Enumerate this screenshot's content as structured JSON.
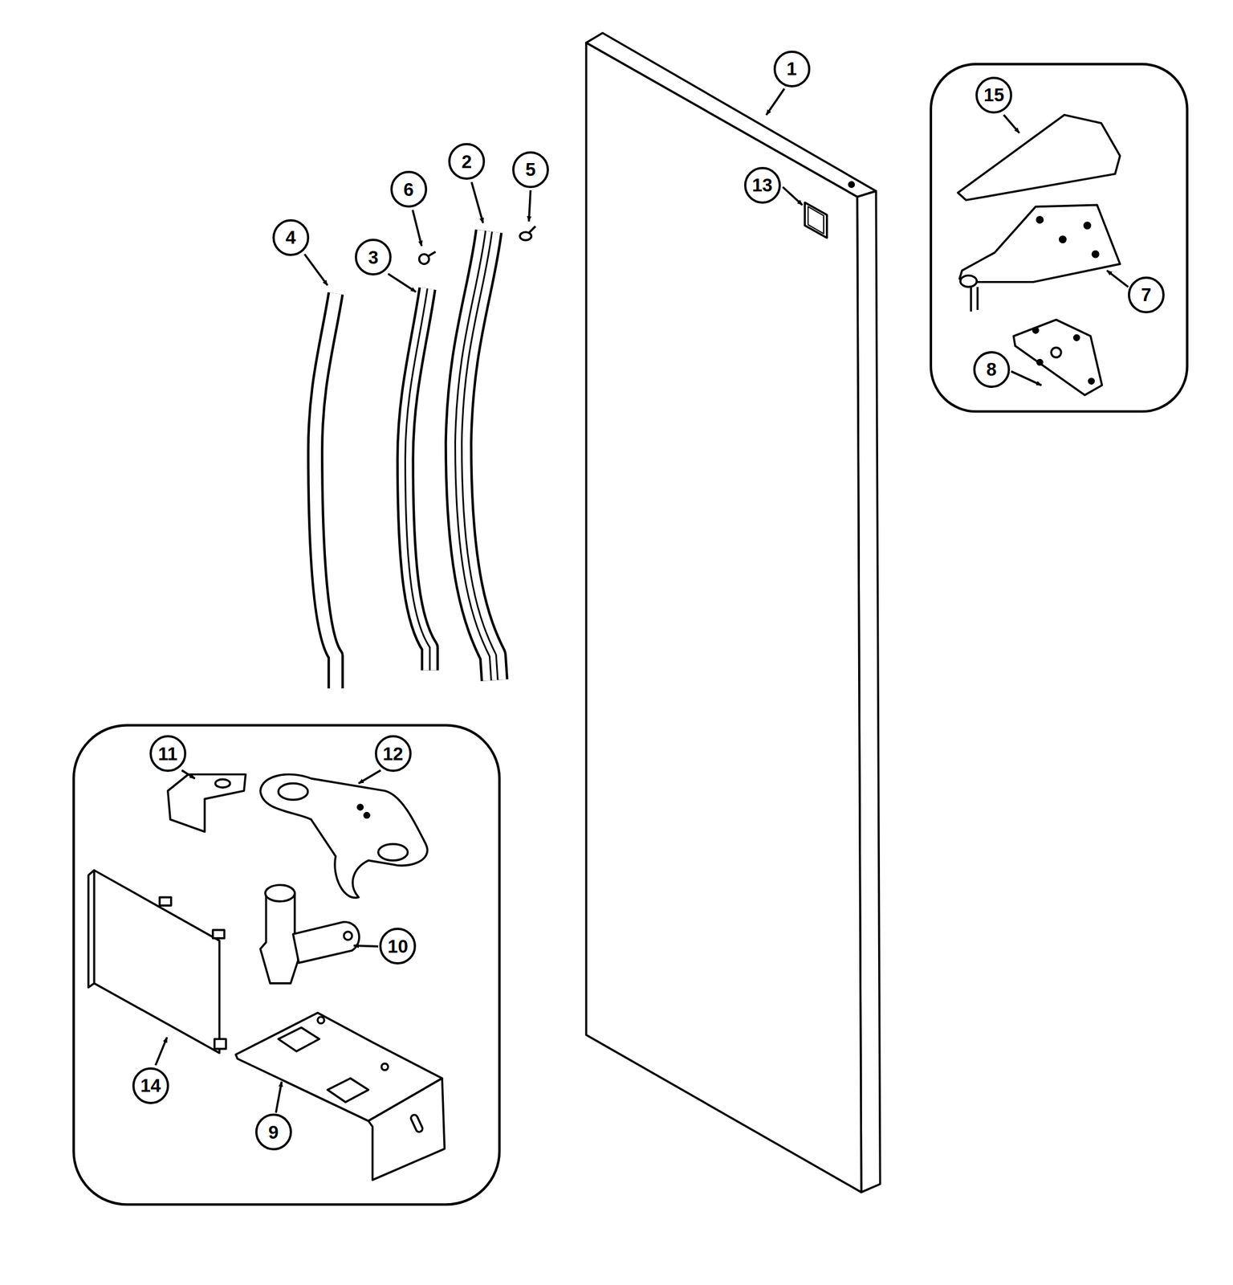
{
  "diagram": {
    "labels": [
      "1",
      "2",
      "5",
      "6",
      "4",
      "3",
      "13",
      "15",
      "7",
      "8",
      "11",
      "12",
      "10",
      "14",
      "9"
    ]
  }
}
